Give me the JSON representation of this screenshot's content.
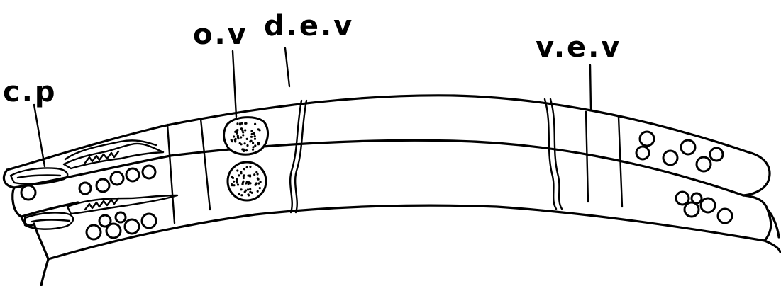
{
  "labels": {
    "cp": "c.p",
    "ov": "o.v",
    "dev": "d.e.v",
    "vev": "v.e.v"
  }
}
